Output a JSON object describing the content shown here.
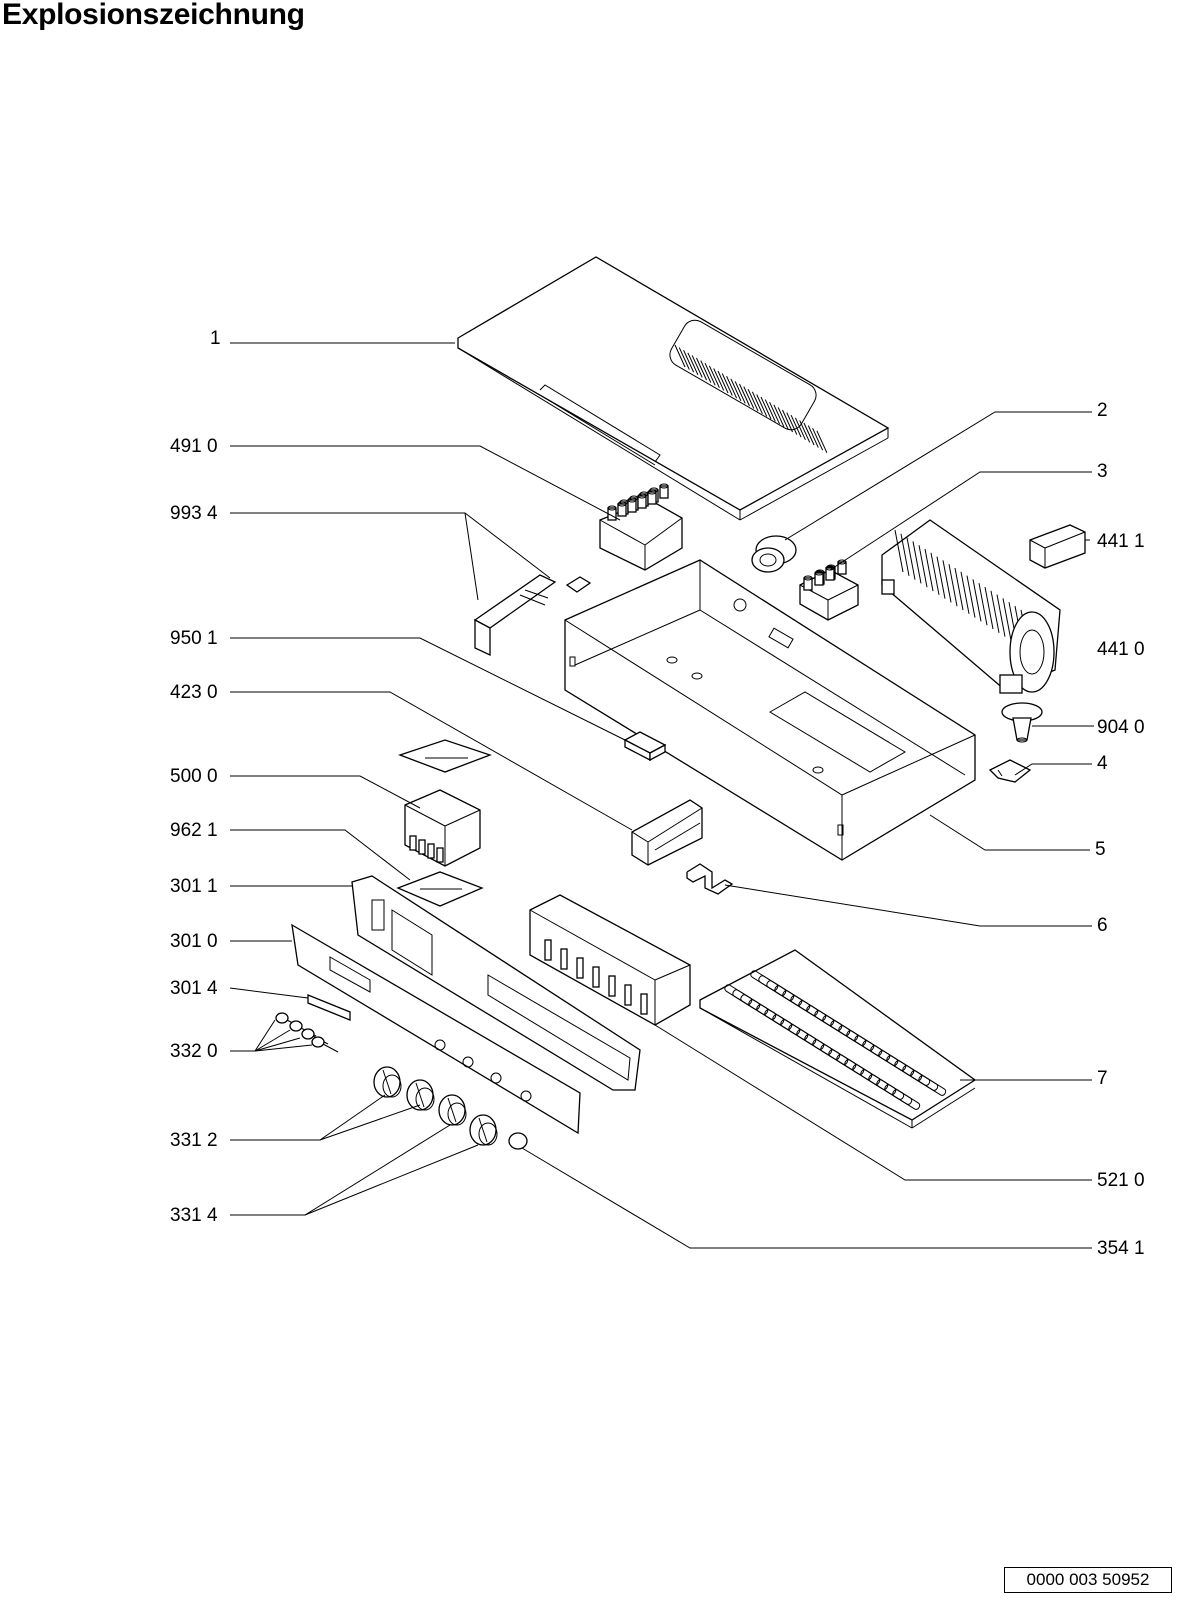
{
  "title": "Explosionszeichnung",
  "document_number": "0000 003 50952",
  "labels": {
    "p1": "1",
    "p491_0": "491 0",
    "p993_4": "993 4",
    "p950_1": "950 1",
    "p423_0": "423 0",
    "p500_0": "500 0",
    "p962_1": "962 1",
    "p301_1": "301 1",
    "p301_0": "301 0",
    "p301_4": "301 4",
    "p332_0": "332 0",
    "p331_2": "331 2",
    "p331_4": "331 4",
    "p2": "2",
    "p3": "3",
    "p441_1": "441 1",
    "p441_0": "441 0",
    "p904_0": "904 0",
    "p4": "4",
    "p5": "5",
    "p6": "6",
    "p7": "7",
    "p521_0": "521 0",
    "p354_1": "354 1"
  }
}
